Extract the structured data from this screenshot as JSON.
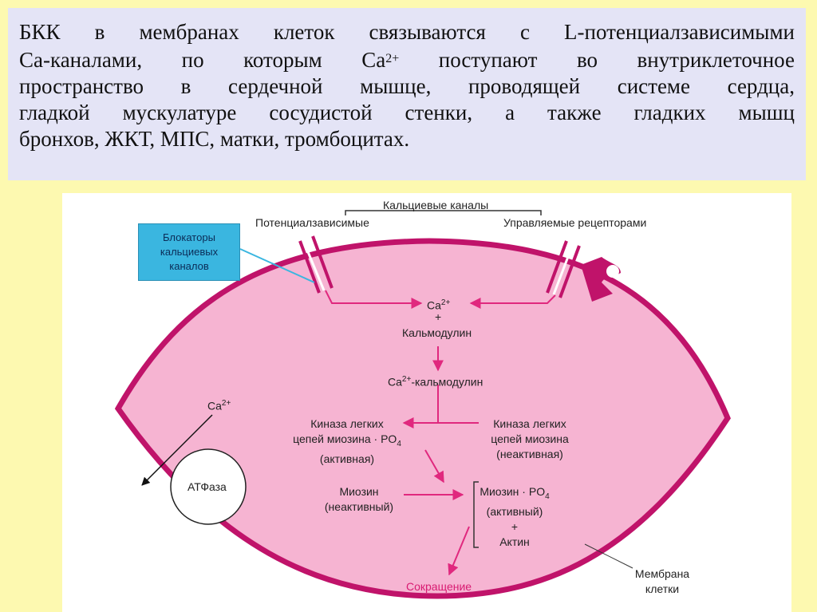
{
  "intro": {
    "line1": "БКК в мембранах клеток связываются с L-потенциалзависимыми",
    "line2_a": "Са-каналами, по которым Са",
    "line2_sup": "2+",
    "line2_b": " поступают во внутриклеточное",
    "line3": "пространство в сердечной мышце, проводящей системе сердца,",
    "line4": "гладкой мускулатуре сосудистой стенки, а также гладких мышц",
    "line5": "бронхов, ЖКТ, МПС, матки, тромбоцитах."
  },
  "diagram": {
    "calcium_channels": "Кальциевые каналы",
    "voltage_dependent": "Потенциалзависимые",
    "receptor_operated": "Управляемые рецепторами",
    "blockers_line1": "Блокаторы",
    "blockers_line2": "кальциевых",
    "blockers_line3": "каналов",
    "ca_top": "Ca",
    "ca_top_sup": "2+",
    "plus1": "+",
    "calmodulin": "Кальмодулин",
    "ca_calmodulin_a": "Ca",
    "ca_calmodulin_sup": "2+",
    "ca_calmodulin_b": "-кальмодулин",
    "kinase_active_l1": "Киназа легких",
    "kinase_active_l2": "цепей миозина · PO",
    "kinase_active_sub": "4",
    "kinase_active_l3": "(активная)",
    "kinase_inactive_l1": "Киназа легких",
    "kinase_inactive_l2": "цепей миозина",
    "kinase_inactive_l3": "(неактивная)",
    "myosin_l1": "Миозин",
    "myosin_l2": "(неактивный)",
    "myosin_po4_l1": "Миозин · PO",
    "myosin_po4_sub": "4",
    "myosin_po4_l2": "(активный)",
    "plus2": "+",
    "actin": "Актин",
    "contraction": "Сокращение",
    "ca_left": "Ca",
    "ca_left_sup": "2+",
    "atpase": "АТФаза",
    "membrane_l1": "Мембрана",
    "membrane_l2": "клетки"
  },
  "colors": {
    "cell_fill": "#f6b4d2",
    "membrane": "#c0136a",
    "arrow": "#e0287e",
    "blocker_box": "#3ab6e0",
    "background": "#fdf9b0",
    "text_panel": "#e4e4f6"
  }
}
